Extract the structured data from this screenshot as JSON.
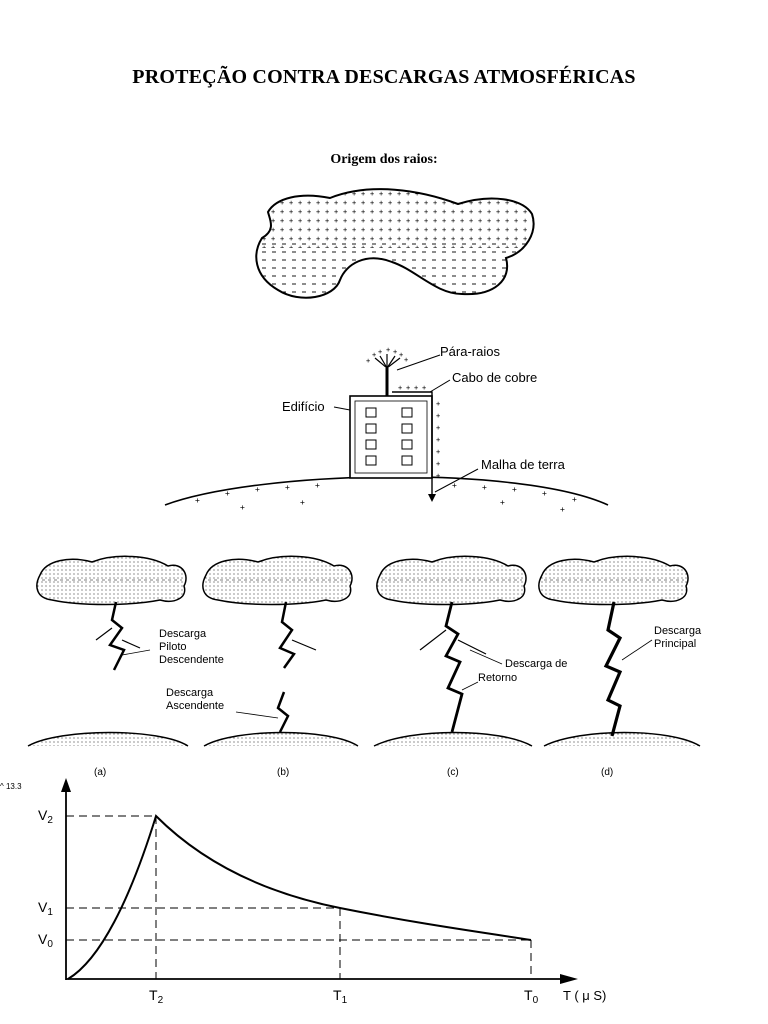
{
  "title": "PROTEÇÃO CONTRA DESCARGAS ATMOSFÉRICAS",
  "section_heading": "Origem dos raios:",
  "building_diagram": {
    "label_lightning_rod": "Pára-raios",
    "label_copper_cable": "Cabo de cobre",
    "label_building": "Edifício",
    "label_ground_mesh": "Malha de terra"
  },
  "discharge_stages": {
    "a": {
      "caption": "(a)",
      "label_lines": [
        "Descarga",
        "Piloto",
        "Descendente"
      ]
    },
    "b": {
      "caption": "(b)",
      "label_lines": [
        "Descarga",
        "Ascendente"
      ]
    },
    "c": {
      "caption": "(c)",
      "label_lines": [
        "Descarga de",
        "Retorno"
      ]
    },
    "d": {
      "caption": "(d)",
      "label_lines": [
        "Descarga",
        "Principal"
      ]
    }
  },
  "corner_mark": "^ 13.3",
  "waveform_chart": {
    "y_tick_labels": [
      "V",
      "V",
      "V"
    ],
    "y_tick_subscripts": [
      "2",
      "1",
      "0"
    ],
    "x_tick_labels": [
      "T",
      "T",
      "T"
    ],
    "x_tick_subscripts": [
      "2",
      "1",
      "0"
    ],
    "x_axis_label": "T ( μ S)"
  },
  "chart_data": {
    "type": "line",
    "title": "",
    "xlabel": "T ( μ S)",
    "ylabel": "",
    "x_ticks": [
      "T2",
      "T1",
      "T0"
    ],
    "y_ticks": [
      "V2",
      "V1",
      "V0"
    ],
    "series": [
      {
        "points": [
          {
            "x": "0",
            "y": "0"
          },
          {
            "x": "T2",
            "y": "V2"
          },
          {
            "x": "T1",
            "y": "V1"
          },
          {
            "x": "T0",
            "y": "V0"
          }
        ]
      }
    ],
    "reference_lines": "dashed lines from T2, T1, T0 up to curve and from V2, V1, V0 across to curve",
    "grid": false
  }
}
